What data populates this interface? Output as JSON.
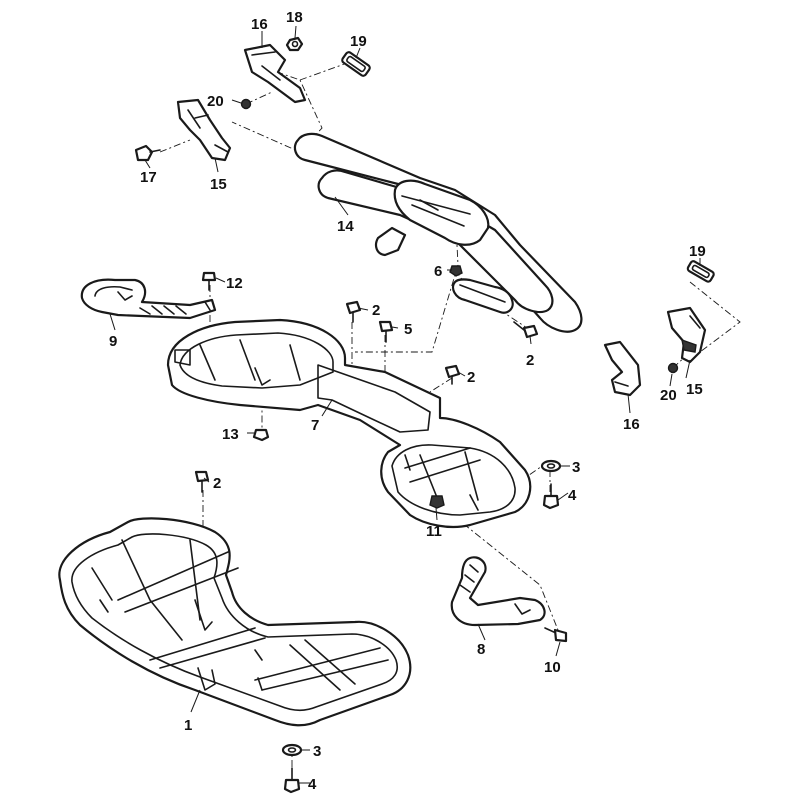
{
  "callouts": {
    "c1": "1",
    "c2a": "2",
    "c2b": "2",
    "c2c": "2",
    "c2d": "2",
    "c3a": "3",
    "c3b": "3",
    "c4a": "4",
    "c4b": "4",
    "c5": "5",
    "c6": "6",
    "c7": "7",
    "c8": "8",
    "c9": "9",
    "c10": "10",
    "c11": "11",
    "c12": "12",
    "c13": "13",
    "c14": "14",
    "c15a": "15",
    "c15b": "15",
    "c16a": "16",
    "c16b": "16",
    "c17": "17",
    "c18": "18",
    "c19a": "19",
    "c19b": "19",
    "c20a": "20",
    "c20b": "20"
  }
}
